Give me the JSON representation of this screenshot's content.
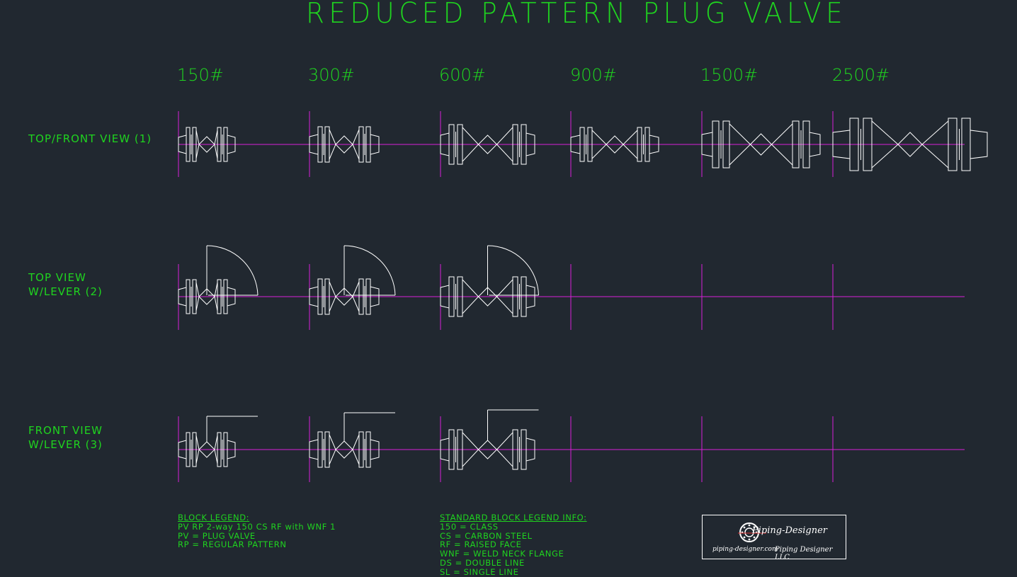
{
  "title": "REDUCED PATTERN PLUG VALVE",
  "classes": [
    "150#",
    "300#",
    "600#",
    "900#",
    "1500#",
    "2500#"
  ],
  "rows": [
    {
      "lines": [
        "TOP/FRONT VIEW (1)"
      ]
    },
    {
      "lines": [
        "TOP VIEW",
        "W/LEVER (2)"
      ]
    },
    {
      "lines": [
        "FRONT VIEW",
        "W/LEVER (3)"
      ]
    }
  ],
  "block_legend": {
    "heading": "BLOCK LEGEND:",
    "lines": [
      "PV RP 2-way 150 CS RF with WNF 1",
      "PV = PLUG VALVE",
      "RP = REGULAR PATTERN"
    ]
  },
  "standard_legend": {
    "heading": "STANDARD BLOCK LEGEND INFO:",
    "lines": [
      "150 = CLASS",
      "CS = CARBON STEEL",
      "RF = RAISED FACE",
      "WNF = WELD NECK FLANGE",
      "DS = DOUBLE LINE",
      "SL = SINGLE LINE"
    ]
  },
  "logo": {
    "name": "Piping-Designer",
    "url": "piping-designer.com",
    "company": "Piping Designer LLC"
  },
  "colors": {
    "background": "#212830",
    "text": "#1fd41f",
    "centerline": "#d81fd8",
    "geometry": "#ffffff"
  }
}
